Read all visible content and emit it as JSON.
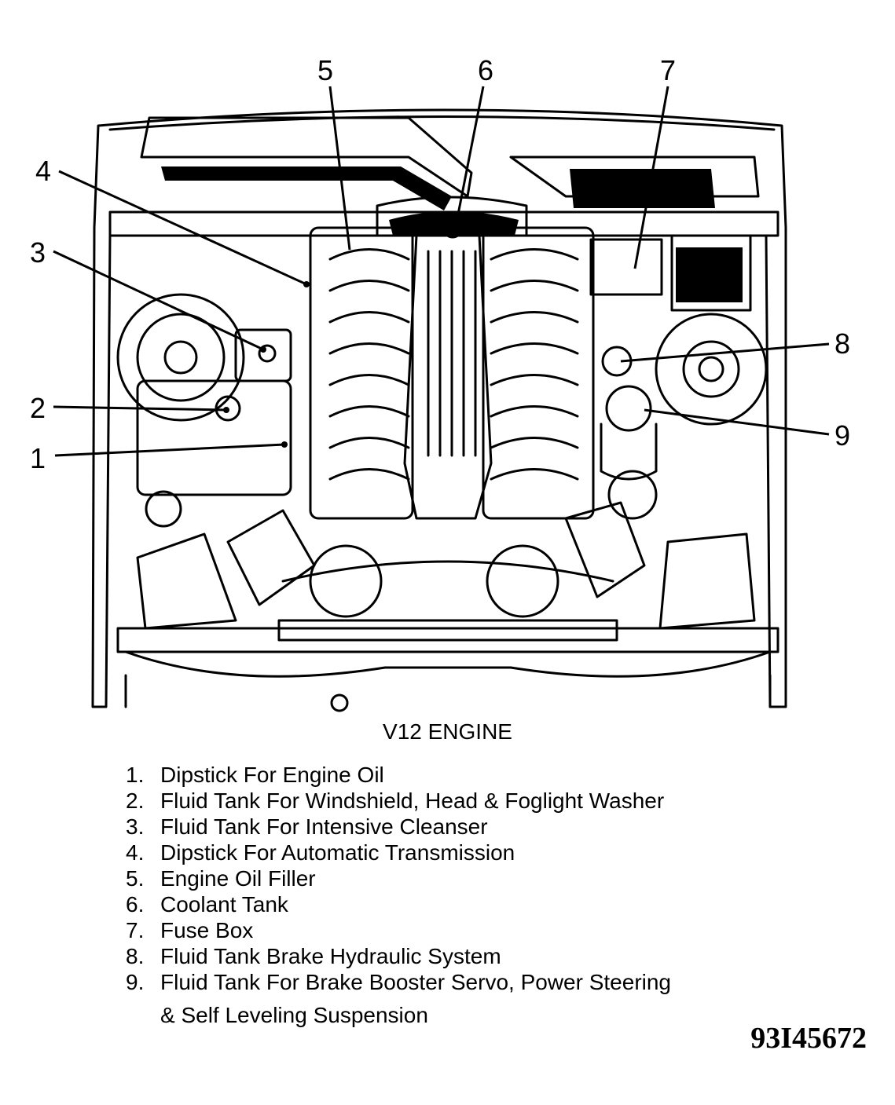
{
  "diagram": {
    "caption": "V12 ENGINE",
    "figure_id": "93I45672",
    "callouts": [
      "1",
      "2",
      "3",
      "4",
      "5",
      "6",
      "7",
      "8",
      "9"
    ]
  },
  "legend": [
    {
      "num": "1.",
      "text": "Dipstick For Engine Oil"
    },
    {
      "num": "2.",
      "text": "Fluid Tank For Windshield, Head & Foglight Washer"
    },
    {
      "num": "3.",
      "text": "Fluid Tank For Intensive Cleanser"
    },
    {
      "num": "4.",
      "text": "Dipstick For Automatic Transmission"
    },
    {
      "num": "5.",
      "text": "Engine Oil Filler"
    },
    {
      "num": "6.",
      "text": "Coolant Tank"
    },
    {
      "num": "7.",
      "text": "Fuse Box"
    },
    {
      "num": "8.",
      "text": "Fluid Tank Brake Hydraulic System"
    },
    {
      "num": "9.",
      "text": "Fluid Tank For Brake Booster Servo, Power Steering"
    }
  ],
  "legend_continuation": "& Self Leveling Suspension"
}
